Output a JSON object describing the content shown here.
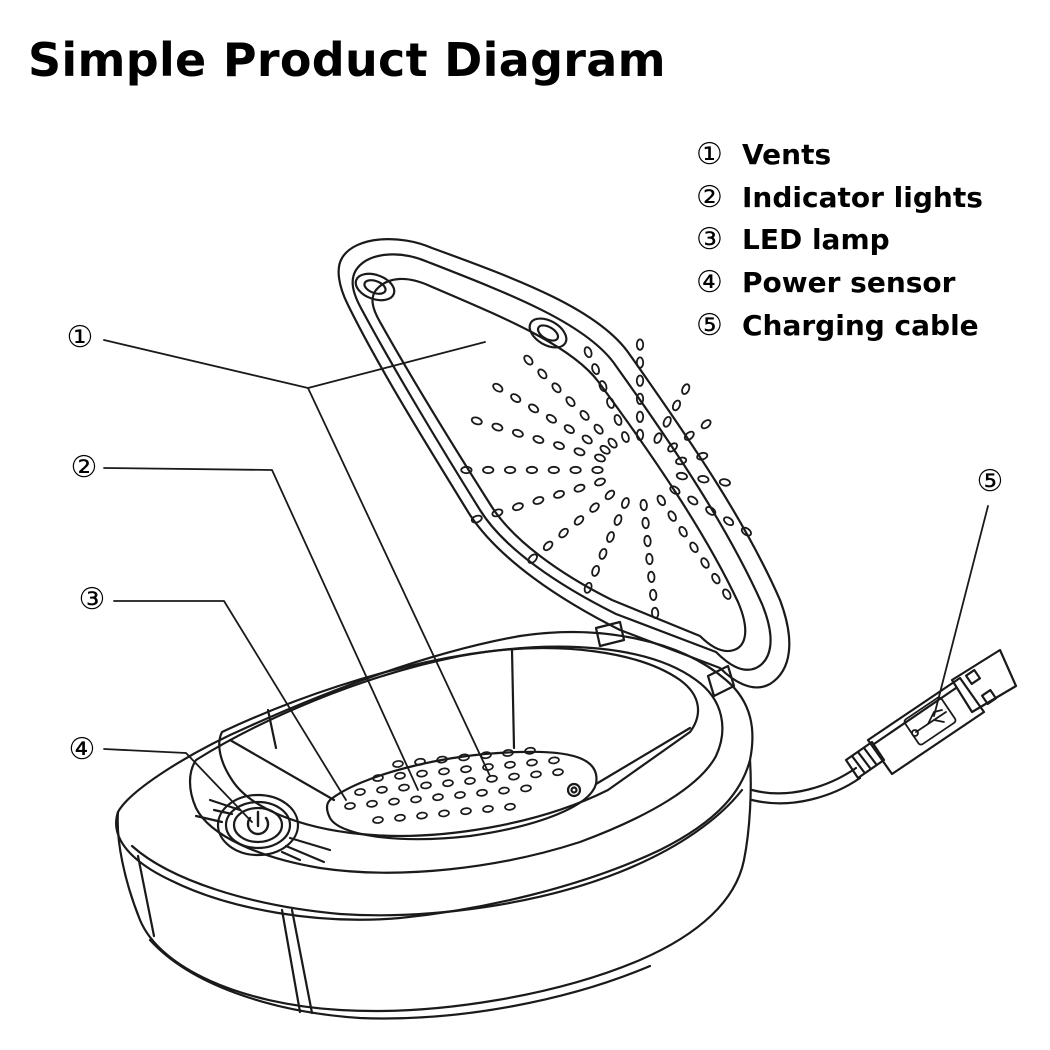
{
  "title": "Simple Product Diagram",
  "legend": [
    {
      "num": "①",
      "label": "Vents"
    },
    {
      "num": "②",
      "label": "Indicator lights"
    },
    {
      "num": "③",
      "label": "LED lamp"
    },
    {
      "num": "④",
      "label": "Power sensor"
    },
    {
      "num": "⑤",
      "label": "Charging cable"
    }
  ],
  "callouts": {
    "vents": "①",
    "indicator_lights": "②",
    "led_lamp": "③",
    "power_sensor": "④",
    "charging_cable": "⑤"
  },
  "colors": {
    "line": "#1a1a1a",
    "background": "#ffffff"
  }
}
